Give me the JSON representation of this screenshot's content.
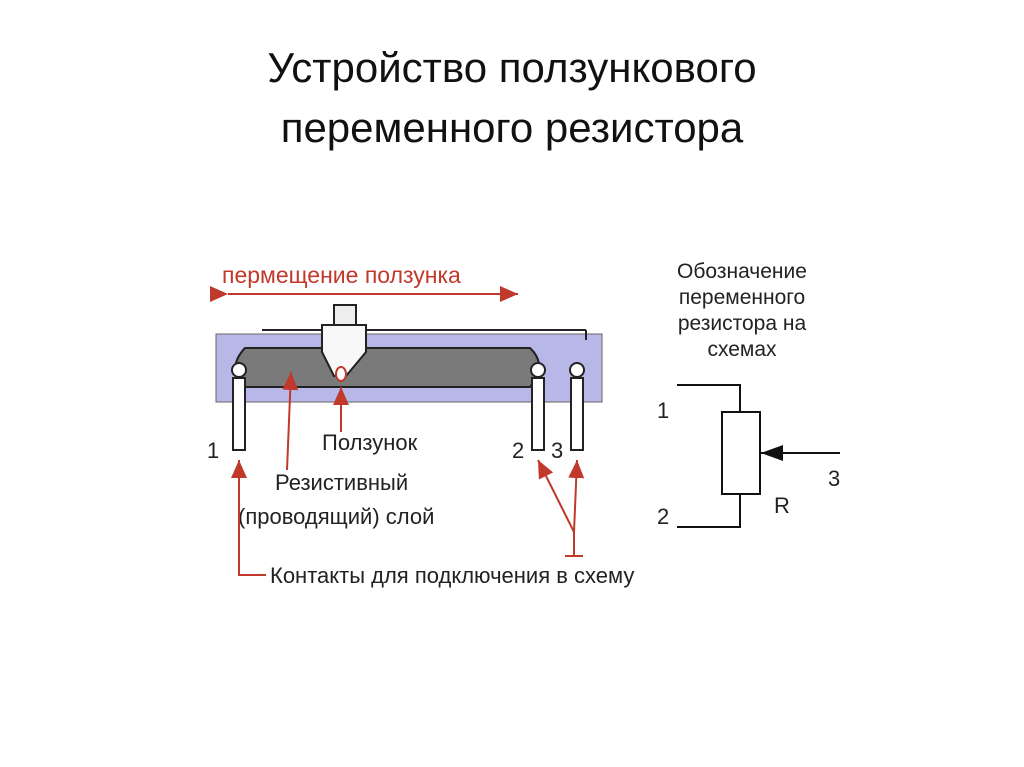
{
  "title": {
    "line1": "Устройство ползункового",
    "line2": "переменного резистора"
  },
  "diagram": {
    "movement_label": "пермещение ползунка",
    "slider_label": "Ползунок",
    "resistive_label_1": "Резистивный",
    "resistive_label_2": "(проводящий) слой",
    "contacts_label": "Контакты для подключения в схему",
    "pin_1": "1",
    "pin_2": "2",
    "pin_3": "3"
  },
  "symbol": {
    "caption_1": "Обозначение",
    "caption_2": "переменного",
    "caption_3": "резистора на",
    "caption_4": "схемах",
    "terminal_1": "1",
    "terminal_2": "2",
    "terminal_3": "3",
    "resistor_letter": "R"
  },
  "colors": {
    "body": "#b8b8e8",
    "resistive_layer": "#7a7a7a",
    "annotation": "#c0392b"
  }
}
